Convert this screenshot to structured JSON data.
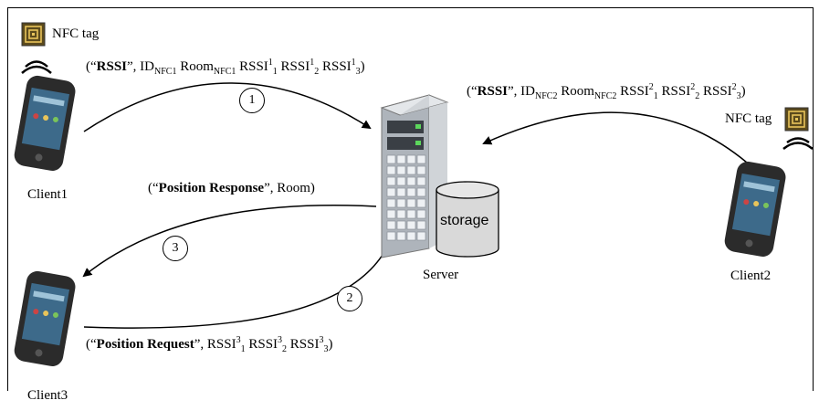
{
  "nodes": {
    "client1": "Client1",
    "client2": "Client2",
    "client3": "Client3",
    "server": "Server",
    "storage": "storage"
  },
  "tags": {
    "tag1": "NFC tag",
    "tag2": "NFC tag"
  },
  "steps": {
    "s1": "1",
    "s2": "2",
    "s3": "3"
  },
  "messages": {
    "m1": {
      "open": "(“",
      "kw": "RSSI",
      "rest": "”, ID",
      "id_sub": "NFC1",
      "room": " Room",
      "room_sub": "NFC1",
      "r": " RSSI",
      "r1_sup": "1",
      "r1_sub": "1",
      "r2_sup": "1",
      "r2_sub": "2",
      "r3_sup": "1",
      "r3_sub": "3",
      "close": ")"
    },
    "m2": {
      "open": "(“",
      "kw": "RSSI",
      "rest": "”, ID",
      "id_sub": "NFC2",
      "room": " Room",
      "room_sub": "NFC2",
      "r": " RSSI",
      "r1_sup": "2",
      "r1_sub": "1",
      "r2_sup": "2",
      "r2_sub": "2",
      "r3_sup": "2",
      "r3_sub": "3",
      "close": ")"
    },
    "m3": {
      "open": "(“",
      "kw": "Position Response",
      "rest": "”, Room)"
    },
    "m4": {
      "open": "(“",
      "kw": "Position Request",
      "rest": "”, RSSI",
      "r1_sup": "3",
      "r1_sub": "1",
      "r": " RSSI",
      "r2_sup": "3",
      "r2_sub": "2",
      "r3_sup": "3",
      "r3_sub": "3",
      "close": ")"
    }
  },
  "colors": {
    "phone_body": "#2b2b2b",
    "phone_screen": "#3d6a8a",
    "server_body": "#c9cdd2",
    "storage_fill": "#d9d9d9",
    "tag_fill": "#7a5a1a"
  }
}
